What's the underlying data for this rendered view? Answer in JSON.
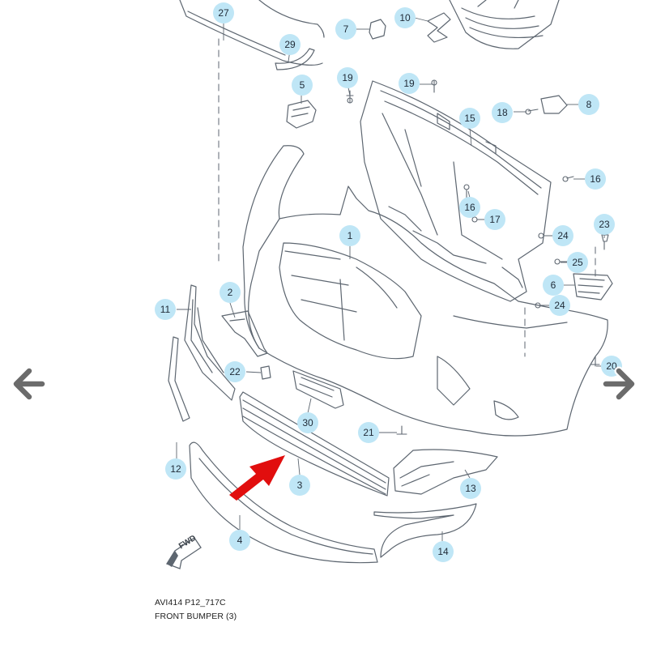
{
  "diagram": {
    "accent_color": "#bfe6f6",
    "callouts": [
      {
        "label": "27"
      },
      {
        "label": "29"
      },
      {
        "label": "7"
      },
      {
        "label": "10"
      },
      {
        "label": "5"
      },
      {
        "label": "19"
      },
      {
        "label": "19"
      },
      {
        "label": "15"
      },
      {
        "label": "18"
      },
      {
        "label": "8"
      },
      {
        "label": "16"
      },
      {
        "label": "16"
      },
      {
        "label": "17"
      },
      {
        "label": "1"
      },
      {
        "label": "24"
      },
      {
        "label": "23"
      },
      {
        "label": "25"
      },
      {
        "label": "6"
      },
      {
        "label": "24"
      },
      {
        "label": "2"
      },
      {
        "label": "11"
      },
      {
        "label": "22"
      },
      {
        "label": "20"
      },
      {
        "label": "30"
      },
      {
        "label": "21"
      },
      {
        "label": "12"
      },
      {
        "label": "3"
      },
      {
        "label": "13"
      },
      {
        "label": "4"
      },
      {
        "label": "14"
      }
    ],
    "fwd_label": "FWD",
    "caption_code": "AVI414 P12_717C",
    "caption_title": "FRONT BUMPER (3)"
  },
  "navigation": {
    "prev_icon": "arrow-left-icon",
    "next_icon": "arrow-right-icon"
  }
}
